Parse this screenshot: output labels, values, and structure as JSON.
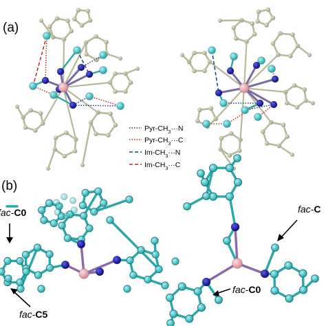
{
  "panels": {
    "a": "(a)",
    "b": "(b)"
  },
  "legend": [
    {
      "prefix": "Pyr-CH",
      "sub": "3",
      "suffix": "···N",
      "color": "#1a3a8c",
      "dash": "1.5,2"
    },
    {
      "prefix": "Pyr-CH",
      "sub": "3",
      "suffix": "···C",
      "color": "#d02020",
      "dash": "1.5,2"
    },
    {
      "prefix": "Im-CH",
      "sub": "3",
      "suffix": "···N",
      "color": "#1a3a8c",
      "dash": "5,3"
    },
    {
      "prefix": "Im-CH",
      "sub": "3",
      "suffix": "···C",
      "color": "#d02020",
      "dash": "5,3"
    }
  ],
  "annotations": [
    {
      "pre": "fac",
      "mid": "-",
      "bold": "C0"
    },
    {
      "pre": "fac",
      "mid": "-",
      "bold": "C5"
    },
    {
      "pre": "fac",
      "mid": "-",
      "bold": "C"
    },
    {
      "pre": "fac",
      "mid": "-",
      "bold": "C0"
    }
  ],
  "colors": {
    "metal": "#e8a0a8",
    "nitrogen": "#1a1aa0",
    "methyl": "#2ec4c8",
    "backbone_faded": "#b8b89a",
    "backbone_teal": "#2aa8a8"
  },
  "icons": [
    "arrow-icon"
  ]
}
